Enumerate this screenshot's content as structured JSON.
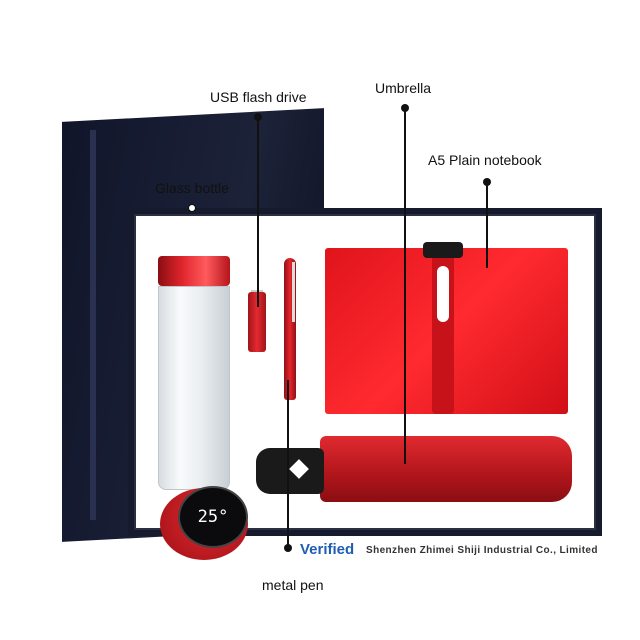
{
  "labels": {
    "usb": "USB flash drive",
    "umbrella": "Umbrella",
    "notebook": "A5 Plain notebook",
    "bottle": "Glass bottle",
    "pen": "metal pen"
  },
  "display_reading": "25°",
  "verified": "Verified",
  "company": "Shenzhen Zhimei Shiji Industrial Co., Limited",
  "colors": {
    "product_red": "#e0141c",
    "box_navy": "#151a2c",
    "verified_blue": "#1f5db3"
  }
}
